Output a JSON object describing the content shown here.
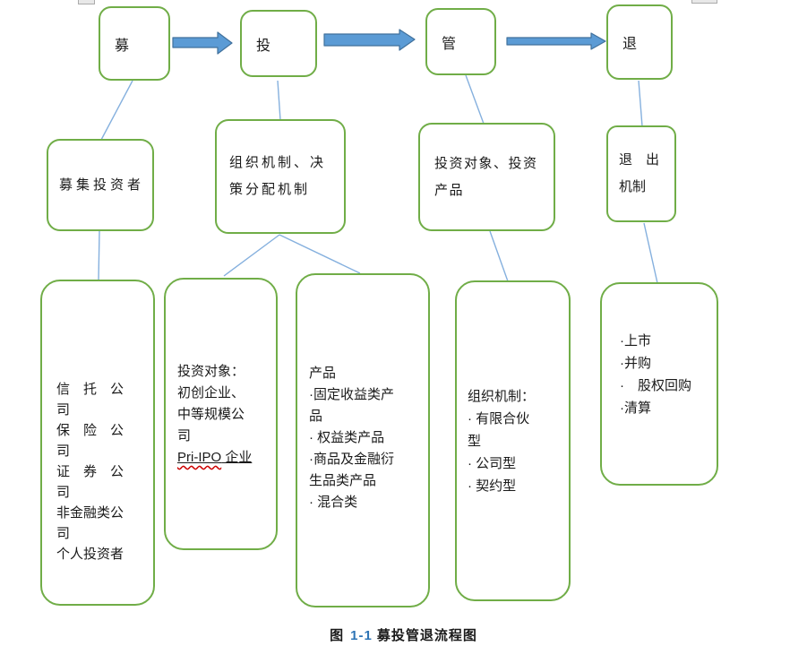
{
  "colors": {
    "box-border": "#70AD47",
    "arrow-fill": "#5B9BD5",
    "arrow-stroke": "#41719C",
    "connector": "#85B0DE",
    "caption-number": "#2E74B5",
    "text": "#1a1a1a",
    "fragment-border": "#ababab",
    "fragment-fill": "#e8e8e8"
  },
  "stages": [
    {
      "label": "募"
    },
    {
      "label": "投"
    },
    {
      "label": "管"
    },
    {
      "label": "退"
    }
  ],
  "level2": [
    {
      "text": "募集投资者"
    },
    {
      "text": "组织机制、决\n策分配机制"
    },
    {
      "text": "投资对象、投资\n产品"
    },
    {
      "text": "退　出\n机制"
    }
  ],
  "level3": [
    {
      "text": "信　托　公　司\n保　险　公　司\n证　券　公　司\n非金融类公\n司\n个人投资者"
    },
    {
      "intro": "投资对象：\n初创企业、\n中等规模公\n司",
      "highlight": "Pri-IPO",
      "highlight_suffix": " 企业"
    },
    {
      "text": "产品\n·固定收益类产\n品\n· 权益类产品\n·商品及金融衍\n生品类产品\n· 混合类"
    },
    {
      "text": "组织机制：\n· 有限合伙\n型\n· 公司型\n· 契约型"
    },
    {
      "text": "·上市\n·并购\n·　股权回购\n·清算"
    }
  ],
  "caption": {
    "prefix": "图",
    "number": "1-1",
    "suffix": "募投管退流程图"
  }
}
